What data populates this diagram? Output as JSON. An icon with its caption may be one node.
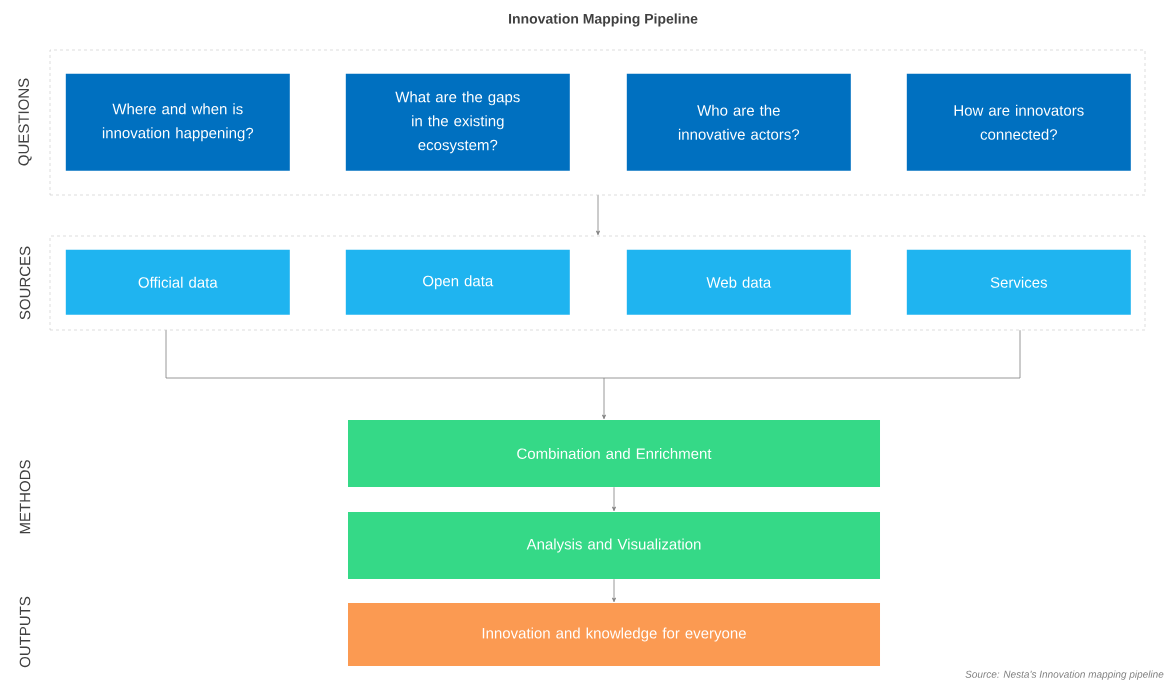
{
  "diagram": {
    "title": "Innovation Mapping Pipeline",
    "caption": "Source: Nesta’s Innovation mapping pipeline",
    "nodes": [
      {
        "text": [],
        "shape": "box"
      },
      {
        "text": [
          "Where and when is innovation happening?"
        ],
        "in": 0
      },
      {
        "text": [
          "What are the gaps in the existing ecosystem?"
        ],
        "in": 0
      },
      {
        "text": [
          "Who are the innovative actors?"
        ],
        "in": 0
      },
      {
        "text": [
          "How are innovators connected?"
        ],
        "in": 0
      },
      {
        "text": [],
        "shape": "box"
      },
      {
        "text": [
          "Official data"
        ],
        "in": 5
      },
      {
        "text": [
          "Open data"
        ],
        "in": 5
      },
      {
        "text": [
          "Web data"
        ],
        "in": 5
      },
      {
        "text": [
          "Services"
        ],
        "in": 5
      },
      {
        "text": [
          "Combination and Enrichment"
        ]
      },
      {
        "text": [
          "Analysis and Visualization"
        ]
      },
      {
        "text": [
          "Innovation and knowledge for everyone"
        ]
      }
    ],
    "edges": [
      {
        "from": 0,
        "to": 5,
        "arrow": "to"
      },
      {
        "from": 5,
        "to": 10,
        "arrow": "to"
      },
      {
        "from": 10,
        "to": 11,
        "arrow": "to"
      },
      {
        "from": 11,
        "to": 12,
        "arrow": "to"
      }
    ],
    "labels": [
      "QUESTIONS",
      "SOURCES",
      "METHODS",
      "OUTPUTS"
    ]
  }
}
